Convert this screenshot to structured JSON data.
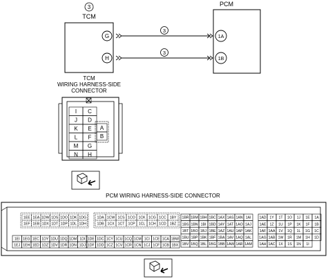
{
  "top": {
    "tcm_circle_num": "3",
    "tcm_label": "TCM",
    "pcm_label": "PCM",
    "wires": [
      {
        "tcm_pin": "G",
        "pcm_pin": "1A",
        "circle_num": "3"
      },
      {
        "tcm_pin": "H",
        "pcm_pin": "1B",
        "circle_num": "3"
      }
    ]
  },
  "tcm_connector": {
    "caption_lines": [
      "TCM",
      "WIRING HARNESS-SIDE",
      "CONNECTOR"
    ],
    "left_col": [
      "I",
      "J",
      "K",
      "L",
      "M",
      "N"
    ],
    "right_col": [
      "C",
      "D",
      "E",
      "F",
      "G",
      "H"
    ],
    "inner": [
      "A",
      "B"
    ]
  },
  "pcm_connector": {
    "caption": "PCM WIRING HARNESS-SIDE CONNECTOR",
    "block1": {
      "rows": [
        [
          "1EE",
          "1EA",
          "1DW",
          "1DS",
          "1DO",
          "1DK",
          "1DG"
        ],
        [
          "1EF",
          "1EB",
          "1DX",
          "1DT",
          "1DP",
          "1DL",
          "1DH"
        ]
      ],
      "rows2": [
        [
          "1EI",
          "1EG",
          "1EC",
          "1DY",
          "1DU",
          "1DQ",
          "1DM",
          "1DI"
        ],
        [
          "1EJ",
          "1EH",
          "1ED",
          "1DZ",
          "1DV",
          "1DR",
          "1DN",
          "1DJ"
        ]
      ]
    },
    "block2": {
      "rows": [
        [
          "1DA",
          "1CW",
          "1CS",
          "1CO",
          "1CK",
          "1CG",
          "1CC",
          "1BY"
        ],
        [
          "1DB",
          "1CX",
          "1CT",
          "1CP",
          "1CL",
          "1CH",
          "1CD",
          "1BZ"
        ]
      ],
      "rows2": [
        [
          "1DE",
          "1DC",
          "1CY",
          "1CU",
          "1CQ",
          "1CM",
          "1CI",
          "1CE",
          "1CA",
          "1BW"
        ],
        [
          "1DF",
          "1DD",
          "1CZ",
          "1CV",
          "1CR",
          "1CN",
          "1CJ",
          "1CF",
          "1CB",
          "1BX"
        ]
      ]
    },
    "block3": {
      "rows": [
        [
          "1BR",
          "1BM",
          "1BH",
          "1BC",
          "1AX",
          "1AS",
          "1AN",
          "1AI"
        ],
        [
          "1BS",
          "1BN",
          "1BI",
          "1BD",
          "1AY",
          "1AT",
          "1AO",
          "1AJ"
        ],
        [
          "1BT",
          "1BO",
          "1BJ",
          "1BE",
          "1AZ",
          "1AU",
          "1AP",
          "1AK"
        ],
        [
          "1BU",
          "1BP",
          "1BK",
          "1BF",
          "1BA",
          "1AV",
          "1AQ",
          "1AL"
        ],
        [
          "1BV",
          "1BQ",
          "1BL",
          "1BG",
          "1BB",
          "1AW",
          "1AR",
          "1AM"
        ]
      ]
    },
    "block4": {
      "rows": [
        [
          "1AD",
          "1Y",
          "1T",
          "1O",
          "1J",
          "1E",
          "1A"
        ],
        [
          "1AE",
          "1Z",
          "1U",
          "1P",
          "1K",
          "1F",
          "1B"
        ],
        [
          "1AF",
          "1AA",
          "1V",
          "1Q",
          "1L",
          "1G",
          "1C"
        ],
        [
          "1AG",
          "1AB",
          "1W",
          "1R",
          "1M",
          "1H",
          "1D"
        ],
        [
          "1AH",
          "1AC",
          "1X",
          "1S",
          "1N",
          "1I",
          ""
        ]
      ]
    }
  }
}
